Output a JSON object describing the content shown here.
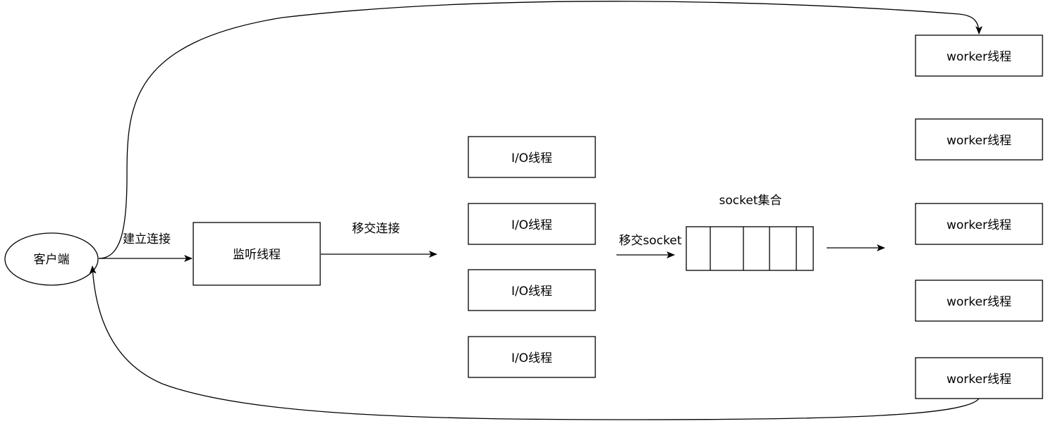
{
  "nodes": {
    "client": "客户端",
    "listener": "监听线程",
    "io_threads": [
      "I/O线程",
      "I/O线程",
      "I/O线程",
      "I/O线程"
    ],
    "socket_set_label": "socket集合",
    "worker_threads": [
      "worker线程",
      "worker线程",
      "worker线程",
      "worker线程",
      "worker线程"
    ]
  },
  "edge_labels": {
    "establish_connection": "建立连接",
    "hand_over_connection": "移交连接",
    "hand_over_socket": "移交socket"
  },
  "colors": {
    "stroke": "#000000",
    "fill": "#ffffff",
    "text": "#000000"
  }
}
